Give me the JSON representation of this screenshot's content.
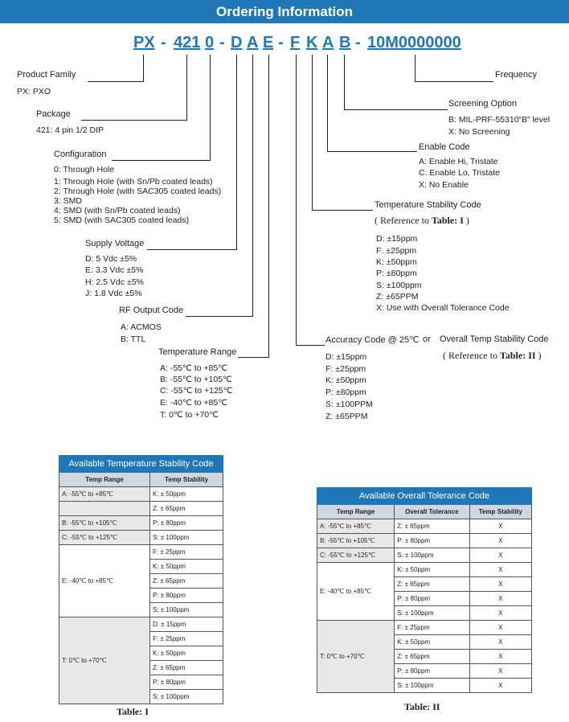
{
  "banner": "Ordering Information",
  "part_number": [
    "PX",
    "-",
    "421",
    "0",
    "-",
    "D",
    "A",
    "E",
    "-",
    "F",
    "K",
    "A",
    "B",
    "-",
    "10M0000000"
  ],
  "product_family": {
    "title": "Product Family",
    "items": [
      "PX: PXO"
    ]
  },
  "package": {
    "title": "Package",
    "items": [
      "421: 4 pin 1/2 DIP"
    ]
  },
  "configuration": {
    "title": "Configuration",
    "items": [
      "0: Through Hole",
      "1: Through Hole (with Sn/Pb coated leads)",
      "2: Through Hole (with SAC305 coated leads)",
      "3: SMD",
      "4: SMD (with Sn/Pb coated leads)",
      "5: SMD (with SAC305 coated leads)"
    ]
  },
  "supply_voltage": {
    "title": "Supply Voltage",
    "items": [
      "D: 5 Vdc ±5%",
      "E: 3.3 Vdc ±5%",
      "H: 2.5 Vdc ±5%",
      "J: 1.8 Vdc ±5%"
    ]
  },
  "rf_output": {
    "title": "RF Output Code",
    "items": [
      "A: ACMOS",
      "B: TTL"
    ]
  },
  "temperature_range": {
    "title": "Temperature Range",
    "items": [
      "A: -55℃ to +85℃",
      "B: -55℃ to +105℃",
      "C: -55℃ to +125℃",
      "E: -40℃ to +85℃",
      "T: 0℃ to +70℃"
    ]
  },
  "frequency": {
    "title": "Frequency"
  },
  "screening": {
    "title": "Screening Option",
    "items": [
      "B: MIL-PRF-55310“B” level",
      "X: No Screening"
    ]
  },
  "enable": {
    "title": "Enable Code",
    "items": [
      "A: Enable Hi, Tristate",
      "C: Enable Lo, Tristate",
      "X: No Enable"
    ]
  },
  "temp_stability": {
    "title": "Temperature Stability Code",
    "ref_prefix": "( Reference to ",
    "ref_table": "Table: I",
    "ref_suffix": " )",
    "items": [
      "D: ±15ppm",
      "F: ±25ppm",
      "K: ±50ppm",
      "P: ±80ppm",
      "S: ±100ppm",
      "Z: ±65PPM",
      "X: Use with Overall Tolerance Code"
    ]
  },
  "accuracy": {
    "title": "Accuracy Code @ 25℃",
    "or": "or",
    "title2": "Overall Temp Stability Code",
    "ref_prefix": "( Reference to ",
    "ref_table": "Table: II",
    "ref_suffix": " )",
    "items": [
      "D: ±15ppm",
      "F: ±25ppm",
      "K: ±50ppm",
      "P: ±80ppm",
      "S: ±100PPM",
      "Z: ±65PPM"
    ]
  },
  "table1": {
    "header": "Available Temperature Stability Code",
    "cols": [
      "Temp Range",
      "Temp Stability"
    ],
    "groups": [
      {
        "range": "A: -55℃ to +85℃",
        "rows": [
          "K: ± 50ppm"
        ]
      },
      {
        "range": "",
        "rows": [
          "Z: ± 65ppm"
        ]
      },
      {
        "range": "B: -55℃ to +105℃",
        "rows": [
          "P: ± 80ppm"
        ]
      },
      {
        "range": "C: -55℃ to +125℃",
        "rows": [
          "S: ± 100ppm"
        ]
      },
      {
        "range": "E: -40℃ to +85℃",
        "rows": [
          "F: ± 25ppm",
          "K: ± 50ppm",
          "Z: ± 65ppm",
          "P: ± 80ppm",
          "S: ± 100ppm"
        ]
      },
      {
        "range": "T: 0℃ to +70℃",
        "rows": [
          "D: ± 15ppm",
          "F: ± 25ppm",
          "K: ± 50ppm",
          "Z: ± 65ppm",
          "P: ± 80ppm",
          "S: ± 100ppm"
        ]
      }
    ],
    "caption": "Table: I"
  },
  "table2": {
    "header": "Available Overall Tolerance Code",
    "cols": [
      "Temp Range",
      "Overall Tolerance",
      "Temp Stability"
    ],
    "groups": [
      {
        "range": "A: -55℃ to +85℃",
        "rows": [
          [
            "Z: ± 65ppm",
            "X"
          ]
        ]
      },
      {
        "range": "B: -55℃ to +105℃",
        "rows": [
          [
            "P: ± 80ppm",
            "X"
          ]
        ]
      },
      {
        "range": "C: -55℃ to +125℃",
        "rows": [
          [
            "S: ± 100ppm",
            "X"
          ]
        ]
      },
      {
        "range": "E: -40℃ to +85℃",
        "rows": [
          [
            "K: ± 50ppm",
            "X"
          ],
          [
            "Z: ± 65ppm",
            "X"
          ],
          [
            "P: ± 80ppm",
            "X"
          ],
          [
            "S: ± 100ppm",
            "X"
          ]
        ]
      },
      {
        "range": "T: 0℃ to +70℃",
        "rows": [
          [
            "F: ± 25ppm",
            "X"
          ],
          [
            "K: ± 50ppm",
            "X"
          ],
          [
            "Z: ± 65ppm",
            "X"
          ],
          [
            "P: ± 80ppm",
            "X"
          ],
          [
            "S: ± 100ppm",
            "X"
          ]
        ]
      }
    ],
    "caption": "Table: II"
  },
  "colors": {
    "accent": "#1f77b8",
    "subheader": "#cfd8e0"
  }
}
